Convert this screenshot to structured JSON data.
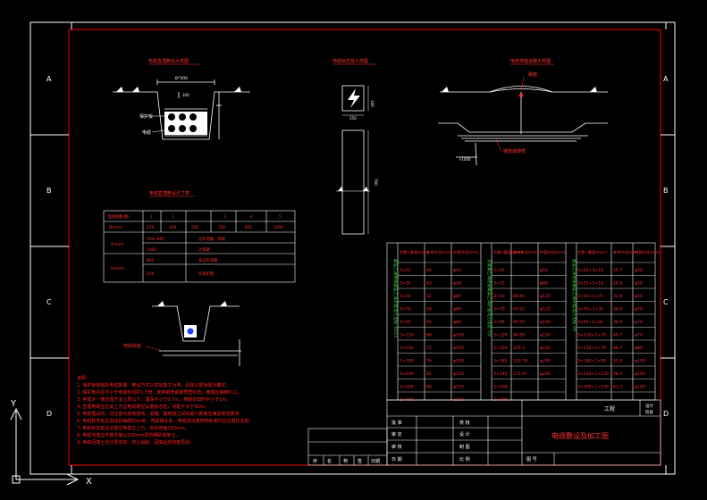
{
  "colors": {
    "background": "#000000",
    "line": "#ffffff",
    "frame": "#ff0000",
    "title_red": "#ff3030",
    "green_text": "#33cc33",
    "note_red": "#ff2020"
  },
  "grid": {
    "rows": [
      "A",
      "B",
      "C",
      "D"
    ]
  },
  "section_titles": {
    "s1": "电缆直埋敷设大样图",
    "s2": "电缆标志桩大样图",
    "s3": "电缆穿越道路大样图",
    "s4": "电缆直埋敷设尺寸表"
  },
  "dims": {
    "d_width": "B*200",
    "d_100": "100",
    "d_150": "150",
    "d_100b": "100",
    "d_700": "700",
    "d_1000": ">1000"
  },
  "labels": {
    "protective_board": "保护板",
    "cable": "电缆",
    "road": "路面",
    "pipe": "钢管或硬质",
    "cable_marker": "电缆标桩"
  },
  "size_table": {
    "header": [
      "电缆根数(根)",
      "1",
      "2",
      "3",
      "4",
      "5"
    ],
    "width_row": [
      "B(mm)",
      "250",
      "400",
      "550",
      "700",
      "850",
      "1000"
    ],
    "row_a_label": "A(mm)",
    "row_a1": [
      "500~800",
      "过车道路、绿地"
    ],
    "row_a2": [
      "1000",
      "过道路"
    ],
    "row_b_label": "H(mm)",
    "row_b1": [
      "800",
      "非过车道路"
    ],
    "row_b2": [
      "250",
      "有保护管"
    ]
  },
  "notes": {
    "title": "说明：",
    "lines": [
      "1. 保护板规格及电缆数量、敷设方式以实际施工为准，具体以现场情况确定。",
      "2. 保护板内径不小于电缆外径的1.5倍，使用钢管或硬质塑料管，两端应做喇叭口。",
      "3. 电缆外一律应埋于冻土层以下，埋深不小于0.7m，穿越农田时不小于1m。",
      "4. 直埋电缆应在其上方沿电缆路径设置标志桩，间距不大于50m。",
      "5. 电缆埋设时，应注意与其他管线、道路、建筑物之间的最小距离应满足规范要求。",
      "6. 电缆转弯处及直线段每隔50m处、电缆接头处、电缆进出建筑物处等均应设置标志桩。",
      "7. 电缆标志桩应设置在电缆正上方，高出地面150mm。",
      "8. 电缆沟底应平整并铺以100mm厚的细砂或软土。",
      "9. 电缆回填土应分层夯实，防止塌陷，回填后应恢复原状。"
    ]
  },
  "cable_table": {
    "col_headers": [
      "芯数×截面(mm²)",
      "参考外径(mm)",
      "护管外径(mm)"
    ],
    "group1_caption": "聚氯乙烯绝缘聚氯乙烯护套电力电缆 YJV22",
    "group2_caption": "交联聚乙烯绝缘聚氯乙烯护套电力电缆 YJV",
    "group3_caption": "聚氯乙烯绝缘聚氯乙烯护套电力电缆 VV",
    "col1": [
      [
        "3×25",
        "40",
        "φ50"
      ],
      [
        "3×35",
        "43",
        "φ50"
      ],
      [
        "3×50",
        "52",
        "φ80"
      ],
      [
        "3×70",
        "56",
        "φ80"
      ],
      [
        "3×95",
        "65",
        "φ80"
      ],
      [
        "3×120",
        "68",
        "φ100"
      ],
      [
        "3×150",
        "72",
        "φ100"
      ],
      [
        "3×185",
        "76",
        "φ100"
      ],
      [
        "3×240",
        "82",
        "φ120"
      ],
      [
        "3×300",
        "86",
        "φ150"
      ],
      [
        "3×400",
        "",
        "φ150"
      ]
    ],
    "col2": [
      [
        "3×25",
        "",
        "φ50"
      ],
      [
        "3×35",
        "",
        "φ80"
      ],
      [
        "3×50",
        "86.95",
        "φ125"
      ],
      [
        "3×70",
        "93.02",
        "φ125"
      ],
      [
        "3×95",
        "96.45",
        "φ150"
      ],
      [
        "3×120",
        "99.89",
        "φ150"
      ],
      [
        "3×150",
        "105.2",
        "φ150"
      ],
      [
        "3×185",
        "102.78",
        "φ200"
      ],
      [
        "3×240",
        "172.97",
        "φ200"
      ],
      [
        "3×300",
        "",
        ""
      ],
      [
        "3×400",
        "",
        ""
      ]
    ],
    "col3": [
      [
        "3×25+1×16",
        "26.7",
        "φ50"
      ],
      [
        "3×35+1×16",
        "28.9",
        "φ50"
      ],
      [
        "3×50+1×25",
        "32.8",
        "φ50"
      ],
      [
        "3×70+1×35",
        "36.8",
        "φ70"
      ],
      [
        "3×95+1×50",
        "38.9",
        "φ70"
      ],
      [
        "3×120+1×70",
        "46.7",
        "φ70"
      ],
      [
        "3×150+1×70",
        "48.7",
        "φ80"
      ],
      [
        "3×185+1×95",
        "52.9",
        "φ100"
      ],
      [
        "3×240+1×120",
        "58.2",
        "φ100"
      ],
      [
        "3×300+1×150",
        "63.3",
        "φ100"
      ]
    ]
  },
  "title_block": {
    "project_label": "工程",
    "design_label": "设计",
    "stage_label": "阶段",
    "drawing_title": "电缆敷设及加工图",
    "left_labels": [
      "批  准",
      "审  定",
      "审  核",
      "日  期"
    ],
    "mid_labels": [
      "校  核",
      "设  计",
      "制  图",
      "比  例"
    ],
    "right_label": "图  号",
    "rev_headers": [
      "序",
      "名",
      "称",
      "签",
      "日期"
    ]
  },
  "axis": {
    "x": "X",
    "y": "Y"
  }
}
